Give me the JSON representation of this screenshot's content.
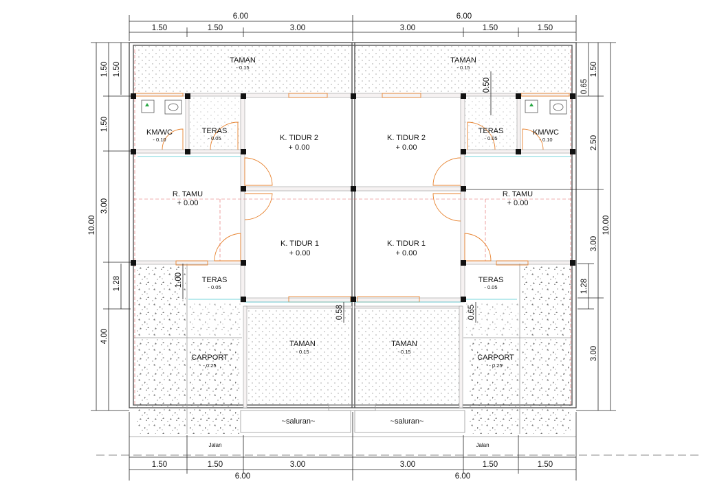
{
  "rooms": {
    "taman_top_left": {
      "name": "TAMAN",
      "level": "- 0.15"
    },
    "taman_top_right": {
      "name": "TAMAN",
      "level": "- 0.15"
    },
    "kmwc_left": {
      "name": "KM/WC",
      "level": "- 0.10"
    },
    "kmwc_right": {
      "name": "KM/WC",
      "level": "- 0.10"
    },
    "teras_back_left": {
      "name": "TERAS",
      "level": "- 0.05"
    },
    "teras_back_right": {
      "name": "TERAS",
      "level": "- 0.05"
    },
    "ktidur2_left": {
      "name": "K. TIDUR 2",
      "level": "+ 0.00"
    },
    "ktidur2_right": {
      "name": "K. TIDUR 2",
      "level": "+ 0.00"
    },
    "rtamu_left": {
      "name": "R. TAMU",
      "level": "+ 0.00"
    },
    "rtamu_right": {
      "name": "R. TAMU",
      "level": "+ 0.00"
    },
    "ktidur1_left": {
      "name": "K. TIDUR 1",
      "level": "+ 0.00"
    },
    "ktidur1_right": {
      "name": "K. TIDUR 1",
      "level": "+ 0.00"
    },
    "teras_front_left": {
      "name": "TERAS",
      "level": "- 0.05"
    },
    "teras_front_right": {
      "name": "TERAS",
      "level": "- 0.05"
    },
    "taman_front_left": {
      "name": "TAMAN",
      "level": "- 0.15"
    },
    "taman_front_right": {
      "name": "TAMAN",
      "level": "- 0.15"
    },
    "carport_left": {
      "name": "CARPORT",
      "level": "- 0.25"
    },
    "carport_right": {
      "name": "CARPORT",
      "level": "- 0.25"
    },
    "saluran_left": "~saluran~",
    "saluran_right": "~saluran~",
    "jalan_left": "Jalan",
    "jalan_right": "Jalan"
  },
  "dimensions": {
    "top_total_left": "6.00",
    "top_total_right": "6.00",
    "top_segments": [
      "1.50",
      "1.50",
      "3.00",
      "3.00",
      "1.50",
      "1.50"
    ],
    "bottom_segments": [
      "1.50",
      "1.50",
      "3.00",
      "3.00",
      "1.50",
      "1.50"
    ],
    "bottom_total_left": "6.00",
    "bottom_total_right": "6.00",
    "left_total": "10.00",
    "left_segments": [
      "1.50",
      "1.50",
      "3.00",
      "1.28",
      "4.00"
    ],
    "left_inner": "1.50",
    "right_total": "10.00",
    "right_segments": [
      "1.50",
      "2.50",
      "3.00",
      "3.00"
    ],
    "right_inner": [
      "0.65",
      "1.28"
    ],
    "misc": {
      "d050": "0.50",
      "d100": "1.00",
      "d058": "0.58",
      "d065": "0.65"
    }
  },
  "colors": {
    "door": "#e7822e",
    "glass": "#48c6cf",
    "hatch": "#e06060"
  }
}
